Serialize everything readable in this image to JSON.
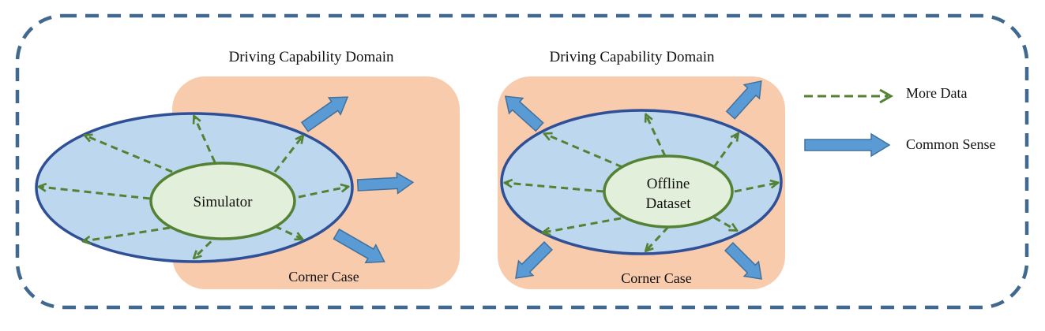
{
  "colors": {
    "frame": "#41698f",
    "domain_fill": "#f8cbad",
    "ellipse_fill": "#bdd7ee",
    "ellipse_stroke": "#2f4f96",
    "inner_fill": "#e2efda",
    "inner_stroke": "#548235",
    "data_arrow": "#548235",
    "sense_arrow_fill": "#5b9bd5",
    "sense_arrow_stroke": "#41719c"
  },
  "left_panel": {
    "title": "Driving Capability Domain",
    "corner_label": "Corner Case",
    "center_label": "Simulator"
  },
  "right_panel": {
    "title": "Driving Capability Domain",
    "corner_label": "Corner Case",
    "center_label_line1": "Offline",
    "center_label_line2": "Dataset"
  },
  "legend": {
    "more_data": "More Data",
    "common_sense": "Common Sense"
  },
  "icons": {
    "more_data": "dashed-arrow-icon",
    "common_sense": "block-arrow-icon"
  }
}
